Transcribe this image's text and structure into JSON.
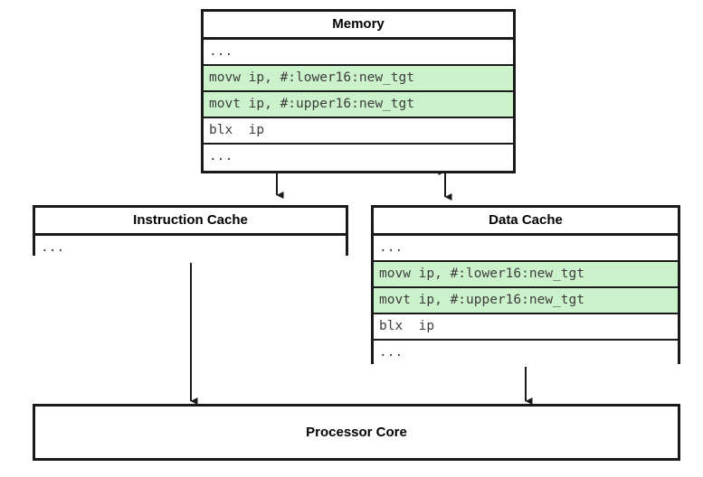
{
  "diagram": {
    "title": "Memory hierarchy instruction patching diagram",
    "accent_highlight_color": "#ccf2cc",
    "line_color": "#1a1a1a",
    "background_color": "#ffffff"
  },
  "memory": {
    "title": "Memory",
    "rows": [
      {
        "text": "...",
        "highlighted": false
      },
      {
        "text": "movw ip, #:lower16:new_tgt",
        "highlighted": true
      },
      {
        "text": "movt ip, #:upper16:new_tgt",
        "highlighted": true
      },
      {
        "text": "blx  ip",
        "highlighted": false
      },
      {
        "text": "...",
        "highlighted": false
      }
    ]
  },
  "instruction_cache": {
    "title": "Instruction Cache",
    "rows": [
      {
        "text": "...",
        "highlighted": false
      }
    ]
  },
  "data_cache": {
    "title": "Data Cache",
    "rows": [
      {
        "text": "...",
        "highlighted": false
      },
      {
        "text": "movw ip, #:lower16:new_tgt",
        "highlighted": true
      },
      {
        "text": "movt ip, #:upper16:new_tgt",
        "highlighted": true
      },
      {
        "text": "blx  ip",
        "highlighted": false
      },
      {
        "text": "...",
        "highlighted": false
      }
    ]
  },
  "processor_core": {
    "title": "Processor Core"
  },
  "connectors": [
    {
      "name": "memory-to-instruction-cache",
      "direction": "down"
    },
    {
      "name": "memory-to-data-cache",
      "direction": "both"
    },
    {
      "name": "instruction-cache-to-processor-core",
      "direction": "down"
    },
    {
      "name": "data-cache-to-processor-core",
      "direction": "both"
    }
  ]
}
